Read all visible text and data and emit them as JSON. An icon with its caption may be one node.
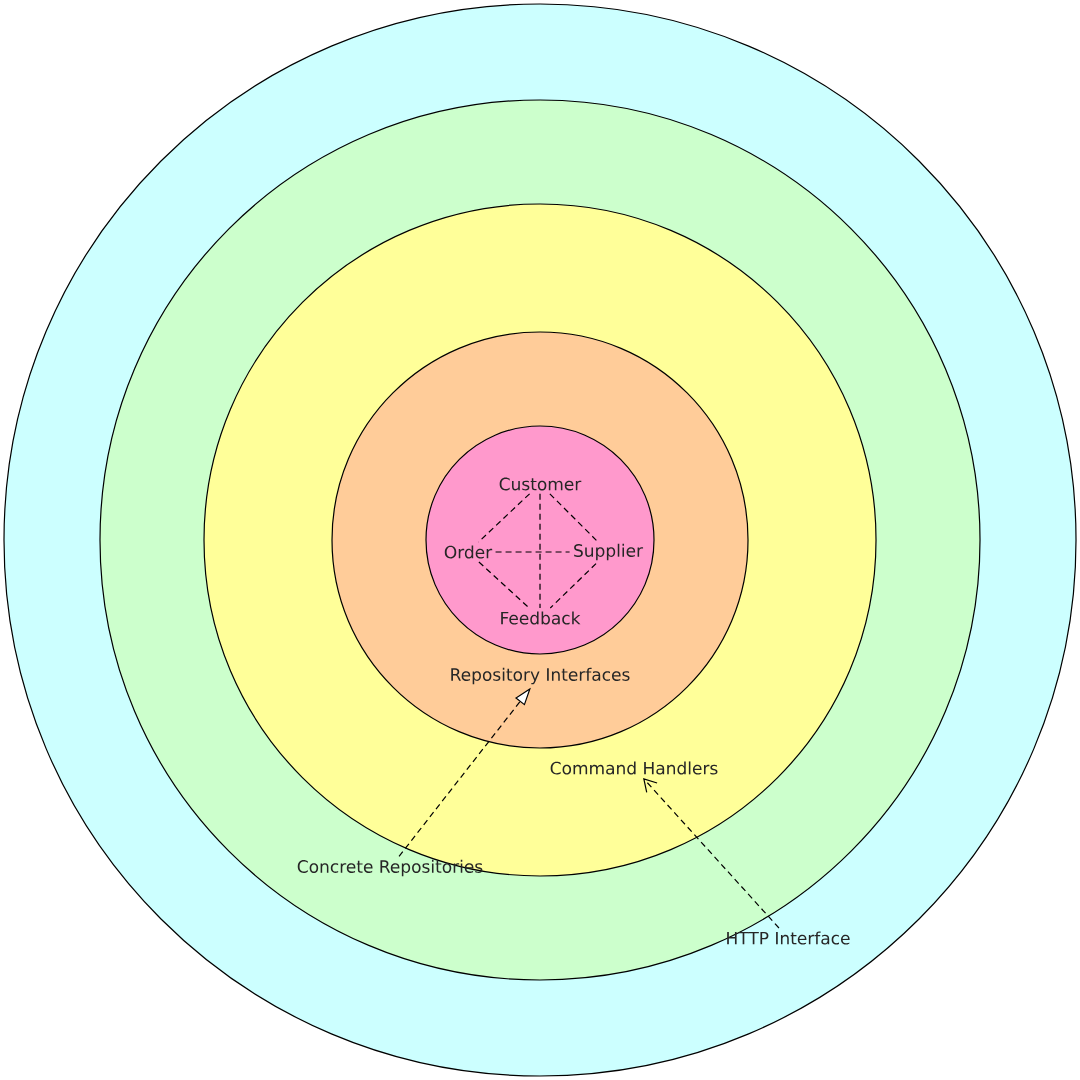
{
  "diagram": {
    "nodes": [
      {
        "text": [],
        "shape": "circle"
      },
      {
        "text": [],
        "shape": "circle",
        "in": 0
      },
      {
        "text": [],
        "shape": "circle",
        "in": 1
      },
      {
        "text": [],
        "shape": "circle",
        "in": 2
      },
      {
        "text": [],
        "shape": "circle",
        "in": 3
      },
      {
        "text": [
          "Customer"
        ],
        "in": 4
      },
      {
        "text": [
          "Order"
        ],
        "in": 4
      },
      {
        "text": [
          "Supplier"
        ],
        "in": 4
      },
      {
        "text": [
          "Feedback"
        ],
        "in": 4
      },
      {
        "text": [
          "Repository Interfaces"
        ],
        "in": 3
      },
      {
        "text": [
          "Command Handlers"
        ],
        "in": 2
      },
      {
        "text": [
          "Concrete Repositories"
        ],
        "in": 1
      },
      {
        "text": [
          "HTTP Interface"
        ],
        "in": 0
      }
    ],
    "edges": [
      {
        "from": 5,
        "to": 6,
        "arrow": "none",
        "style": "dashed"
      },
      {
        "from": 5,
        "to": 7,
        "arrow": "none",
        "style": "dashed"
      },
      {
        "from": 5,
        "to": 8,
        "arrow": "none",
        "style": "dashed"
      },
      {
        "from": 6,
        "to": 7,
        "arrow": "none",
        "style": "dashed"
      },
      {
        "from": 6,
        "to": 8,
        "arrow": "none",
        "style": "dashed"
      },
      {
        "from": 7,
        "to": 8,
        "arrow": "none",
        "style": "dashed"
      },
      {
        "from": 11,
        "to": 9,
        "arrow": "to",
        "style": "dashed"
      },
      {
        "from": 12,
        "to": 10,
        "arrow": "to",
        "style": "dashed"
      }
    ]
  }
}
